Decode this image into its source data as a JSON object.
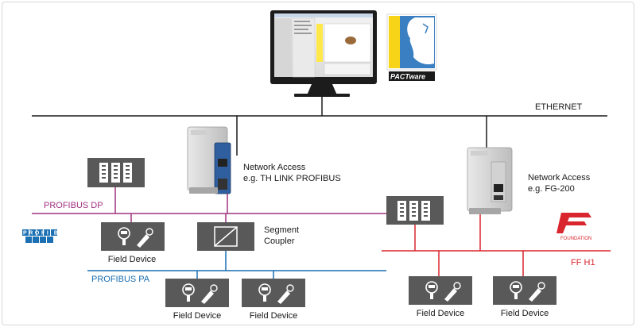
{
  "labels": {
    "ethernet": "ETHERNET",
    "profibus_dp": "PROFIBUS DP",
    "profibus_pa": "PROFIBUS PA",
    "ff_h1": "FF H1",
    "network_access_left_1": "Network Access",
    "network_access_left_2": "e.g.  TH LINK PROFIBUS",
    "network_access_right_1": "Network Access",
    "network_access_right_2": "e.g.  FG-200",
    "segment_coupler_1": "Segment",
    "segment_coupler_2": "Coupler",
    "field_device": "Field Device",
    "pactware_logo": "PACTware",
    "profibus_logo": "PROFI BUS",
    "foundation_logo": "FOUNDATION"
  },
  "colors": {
    "ethernet": "#1a1a1a",
    "profibus_dp": "#a0307f",
    "profibus_pa": "#1b6fb3",
    "ff_h1": "#d9262e",
    "device_box": "#595959",
    "text": "#1a1a1a"
  }
}
